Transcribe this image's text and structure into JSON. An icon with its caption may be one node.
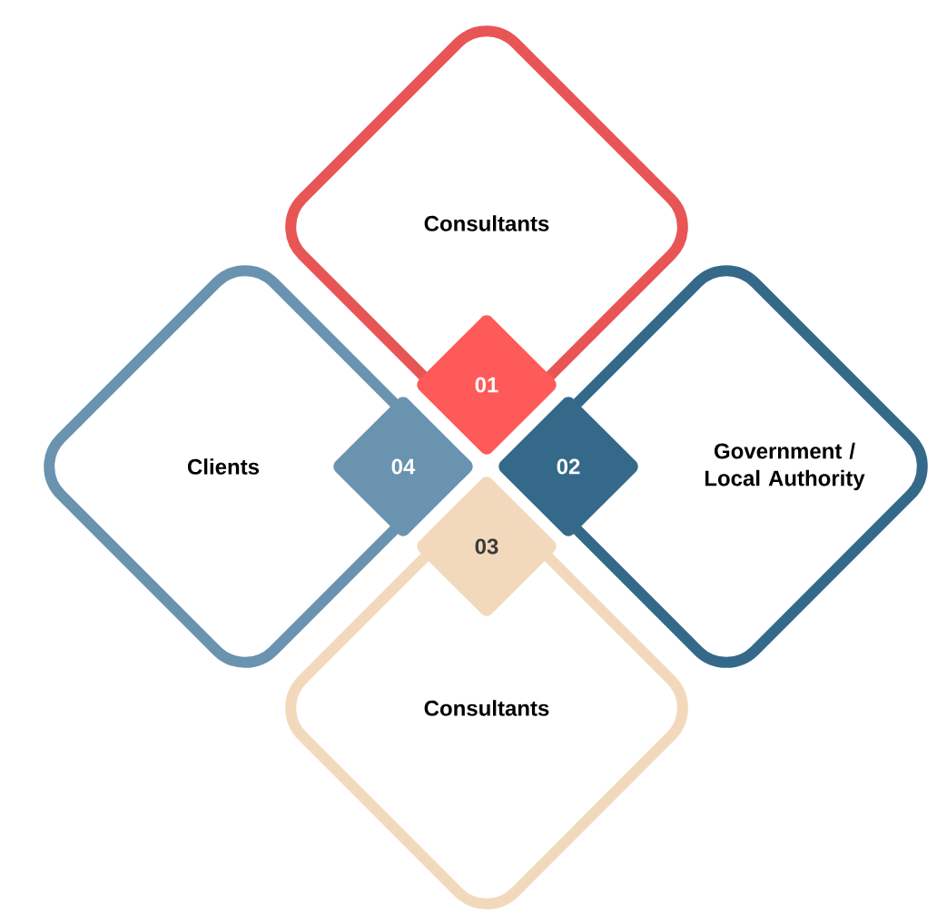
{
  "diagram": {
    "nodes": [
      {
        "text": [
          "Consultants"
        ]
      },
      {
        "text": [
          "Clients"
        ]
      },
      {
        "text": [
          "Government / Local Authority"
        ]
      },
      {
        "text": [
          "Consultants"
        ]
      },
      {
        "text": [
          "01"
        ]
      },
      {
        "text": [
          "04"
        ]
      },
      {
        "text": [
          "02"
        ]
      },
      {
        "text": [
          "03"
        ]
      }
    ]
  }
}
